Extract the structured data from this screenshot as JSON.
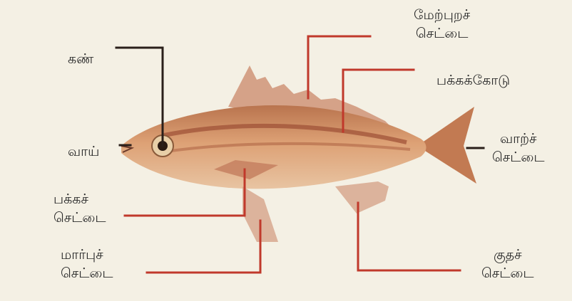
{
  "diagram": {
    "labels": {
      "eye": {
        "text": "கண்"
      },
      "mouth": {
        "text": "வாய்"
      },
      "dorsal_fin": {
        "line1": "மேற்புறச்",
        "line2": "செட்டை"
      },
      "lateral_line": {
        "text": "பக்கக்கோடு"
      },
      "tail_fin": {
        "line1": "வாற்ச்",
        "line2": "செட்டை"
      },
      "pelvic_fin": {
        "line1": "பக்கச்",
        "line2": "செட்டை"
      },
      "pectoral_fin": {
        "line1": "மார்புச்",
        "line2": "செட்டை"
      },
      "anal_fin": {
        "line1": "குதச்",
        "line2": "செட்டை"
      }
    },
    "colors": {
      "background": "#f4f0e4",
      "leader_red": "#c0392b",
      "leader_dark": "#2a1f1a",
      "fish_body": "#d89a6a",
      "fish_stripe": "#a85a3c",
      "fish_fin": "#c98a6a"
    }
  }
}
